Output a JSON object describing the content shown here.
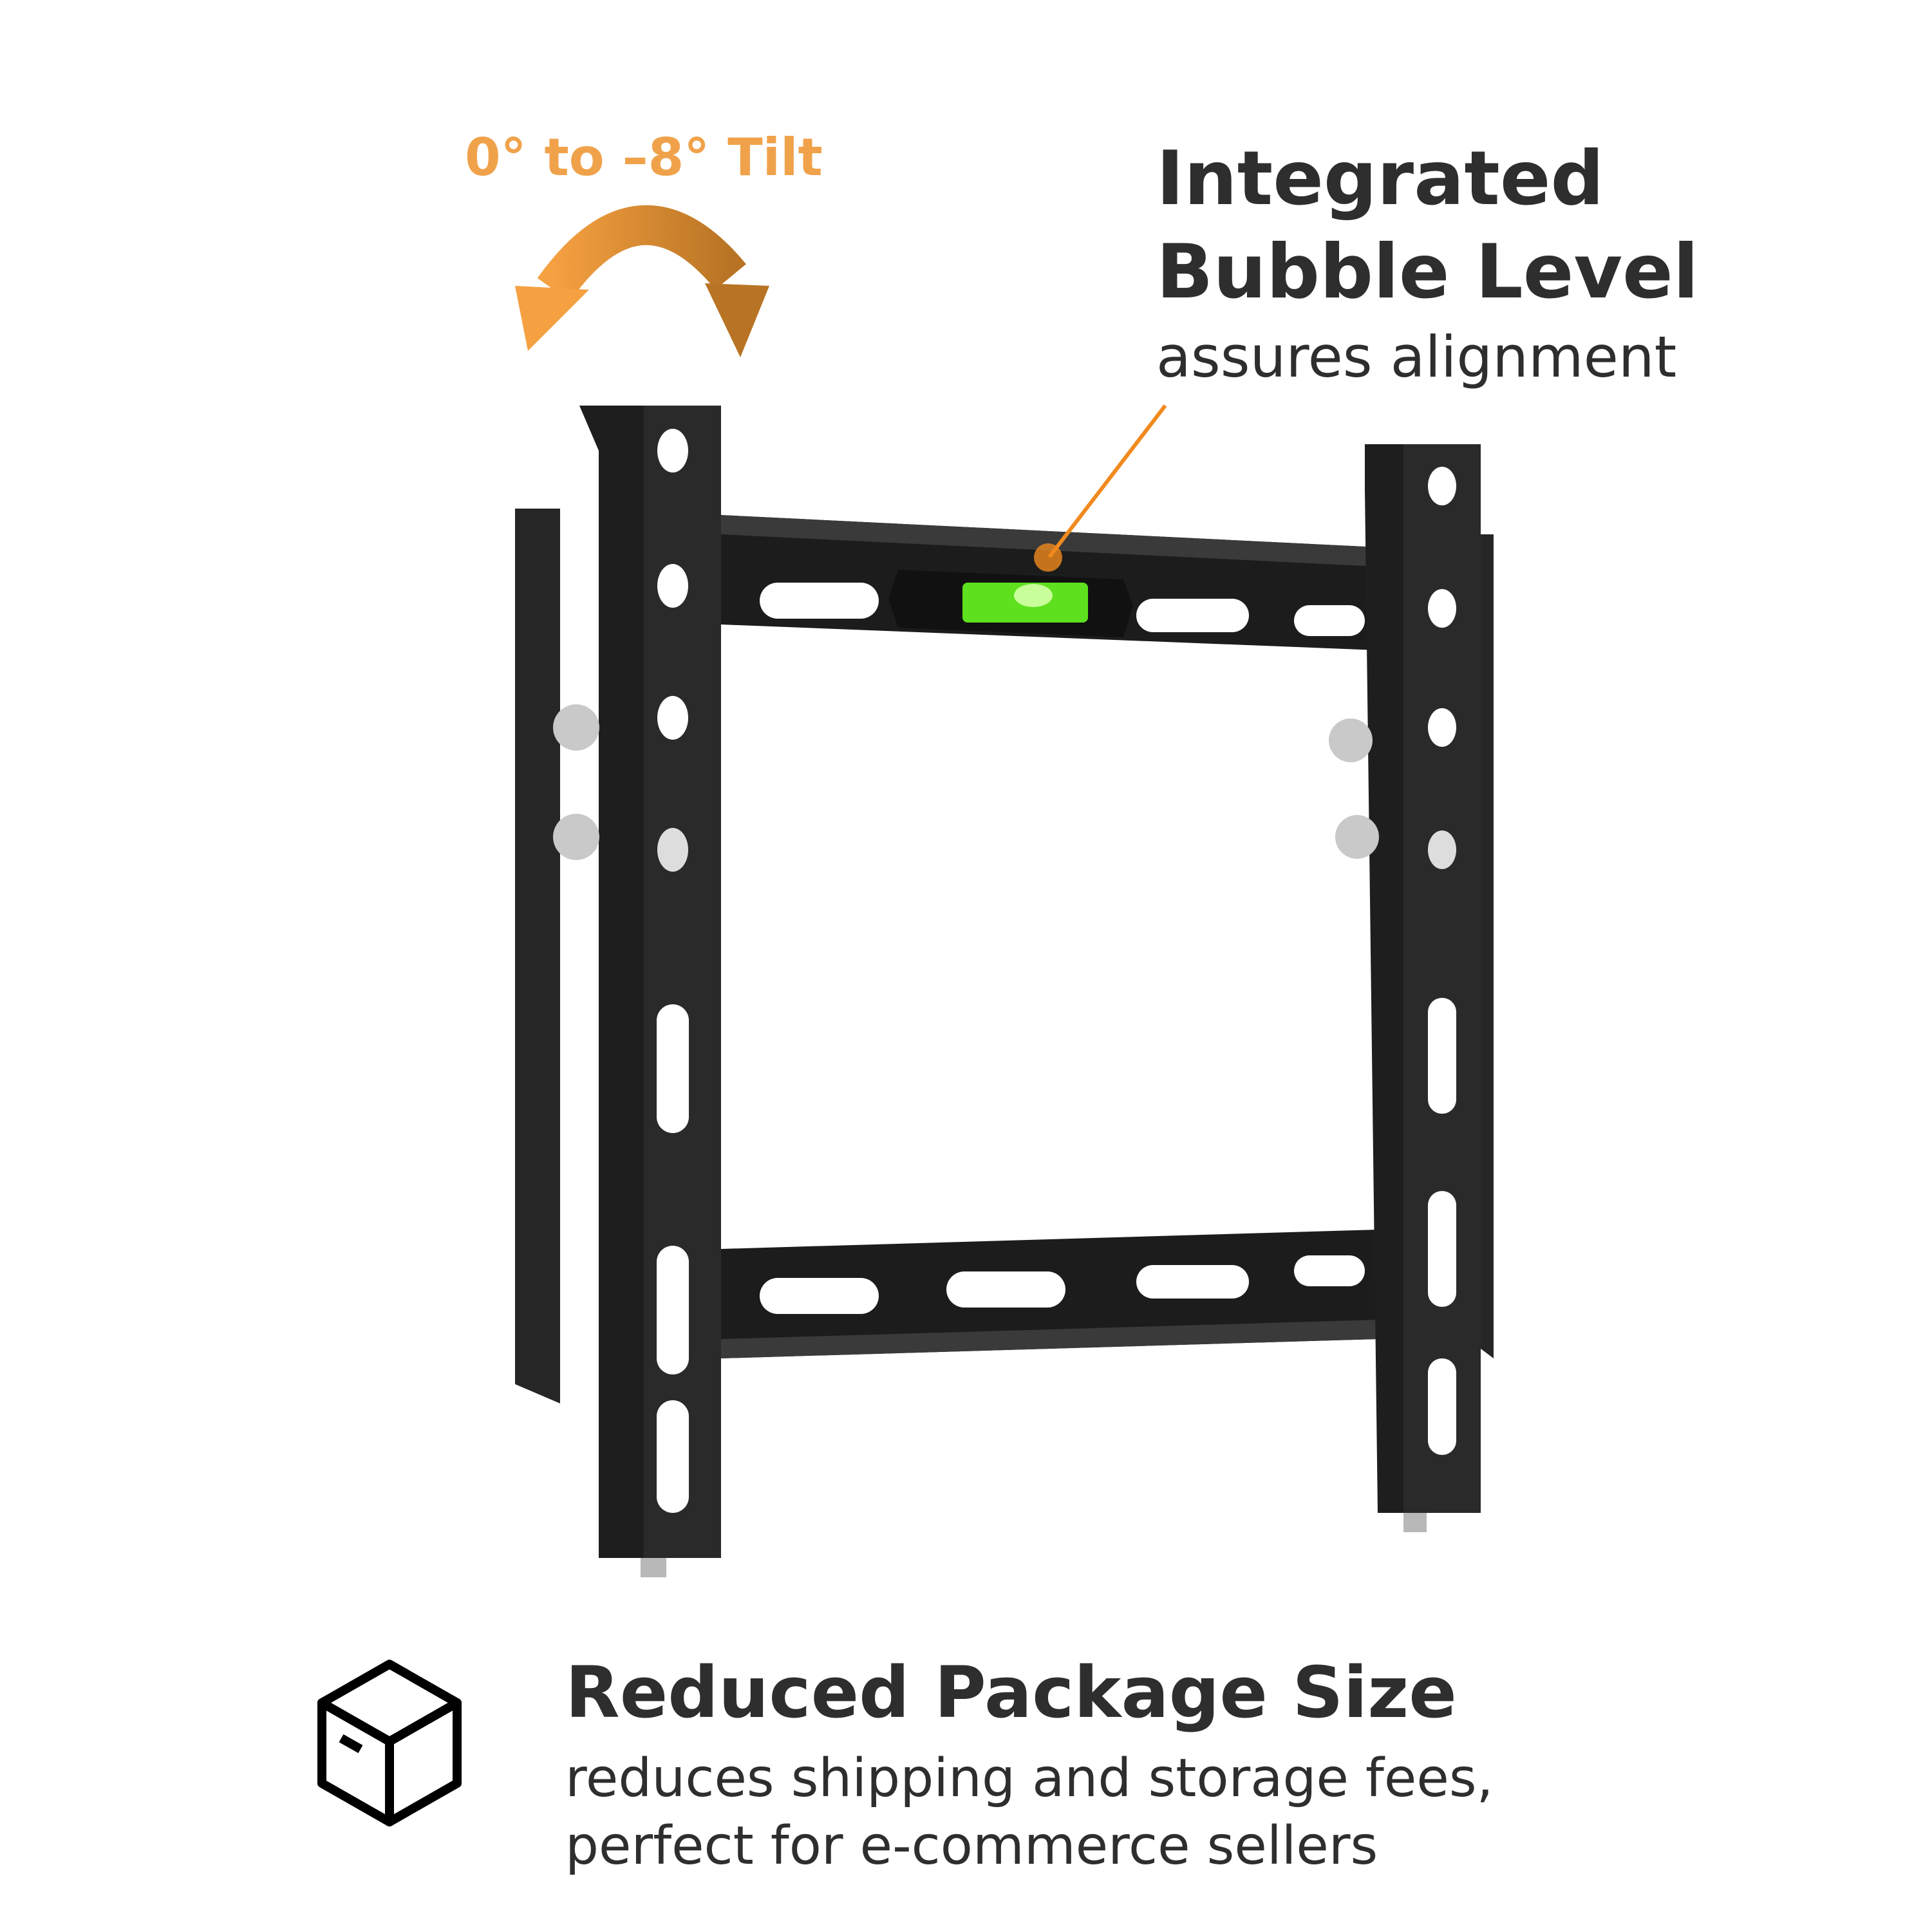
{
  "tilt": {
    "label": "0° to –8° Tilt",
    "color": "#f0a24a"
  },
  "bubble_level": {
    "title_line1": "Integrated",
    "title_line2": "Bubble Level",
    "subtitle": "assures alignment",
    "level_color": "#5ee01e",
    "callout_color": "#f08a1e"
  },
  "package": {
    "icon": "box-icon",
    "title": "Reduced Package Size",
    "subtitle_line1": "reduces shipping and storage fees,",
    "subtitle_line2": "perfect for e-commerce sellers"
  },
  "colors": {
    "text": "#2e2e2e",
    "mount": "#1e1e1e"
  }
}
